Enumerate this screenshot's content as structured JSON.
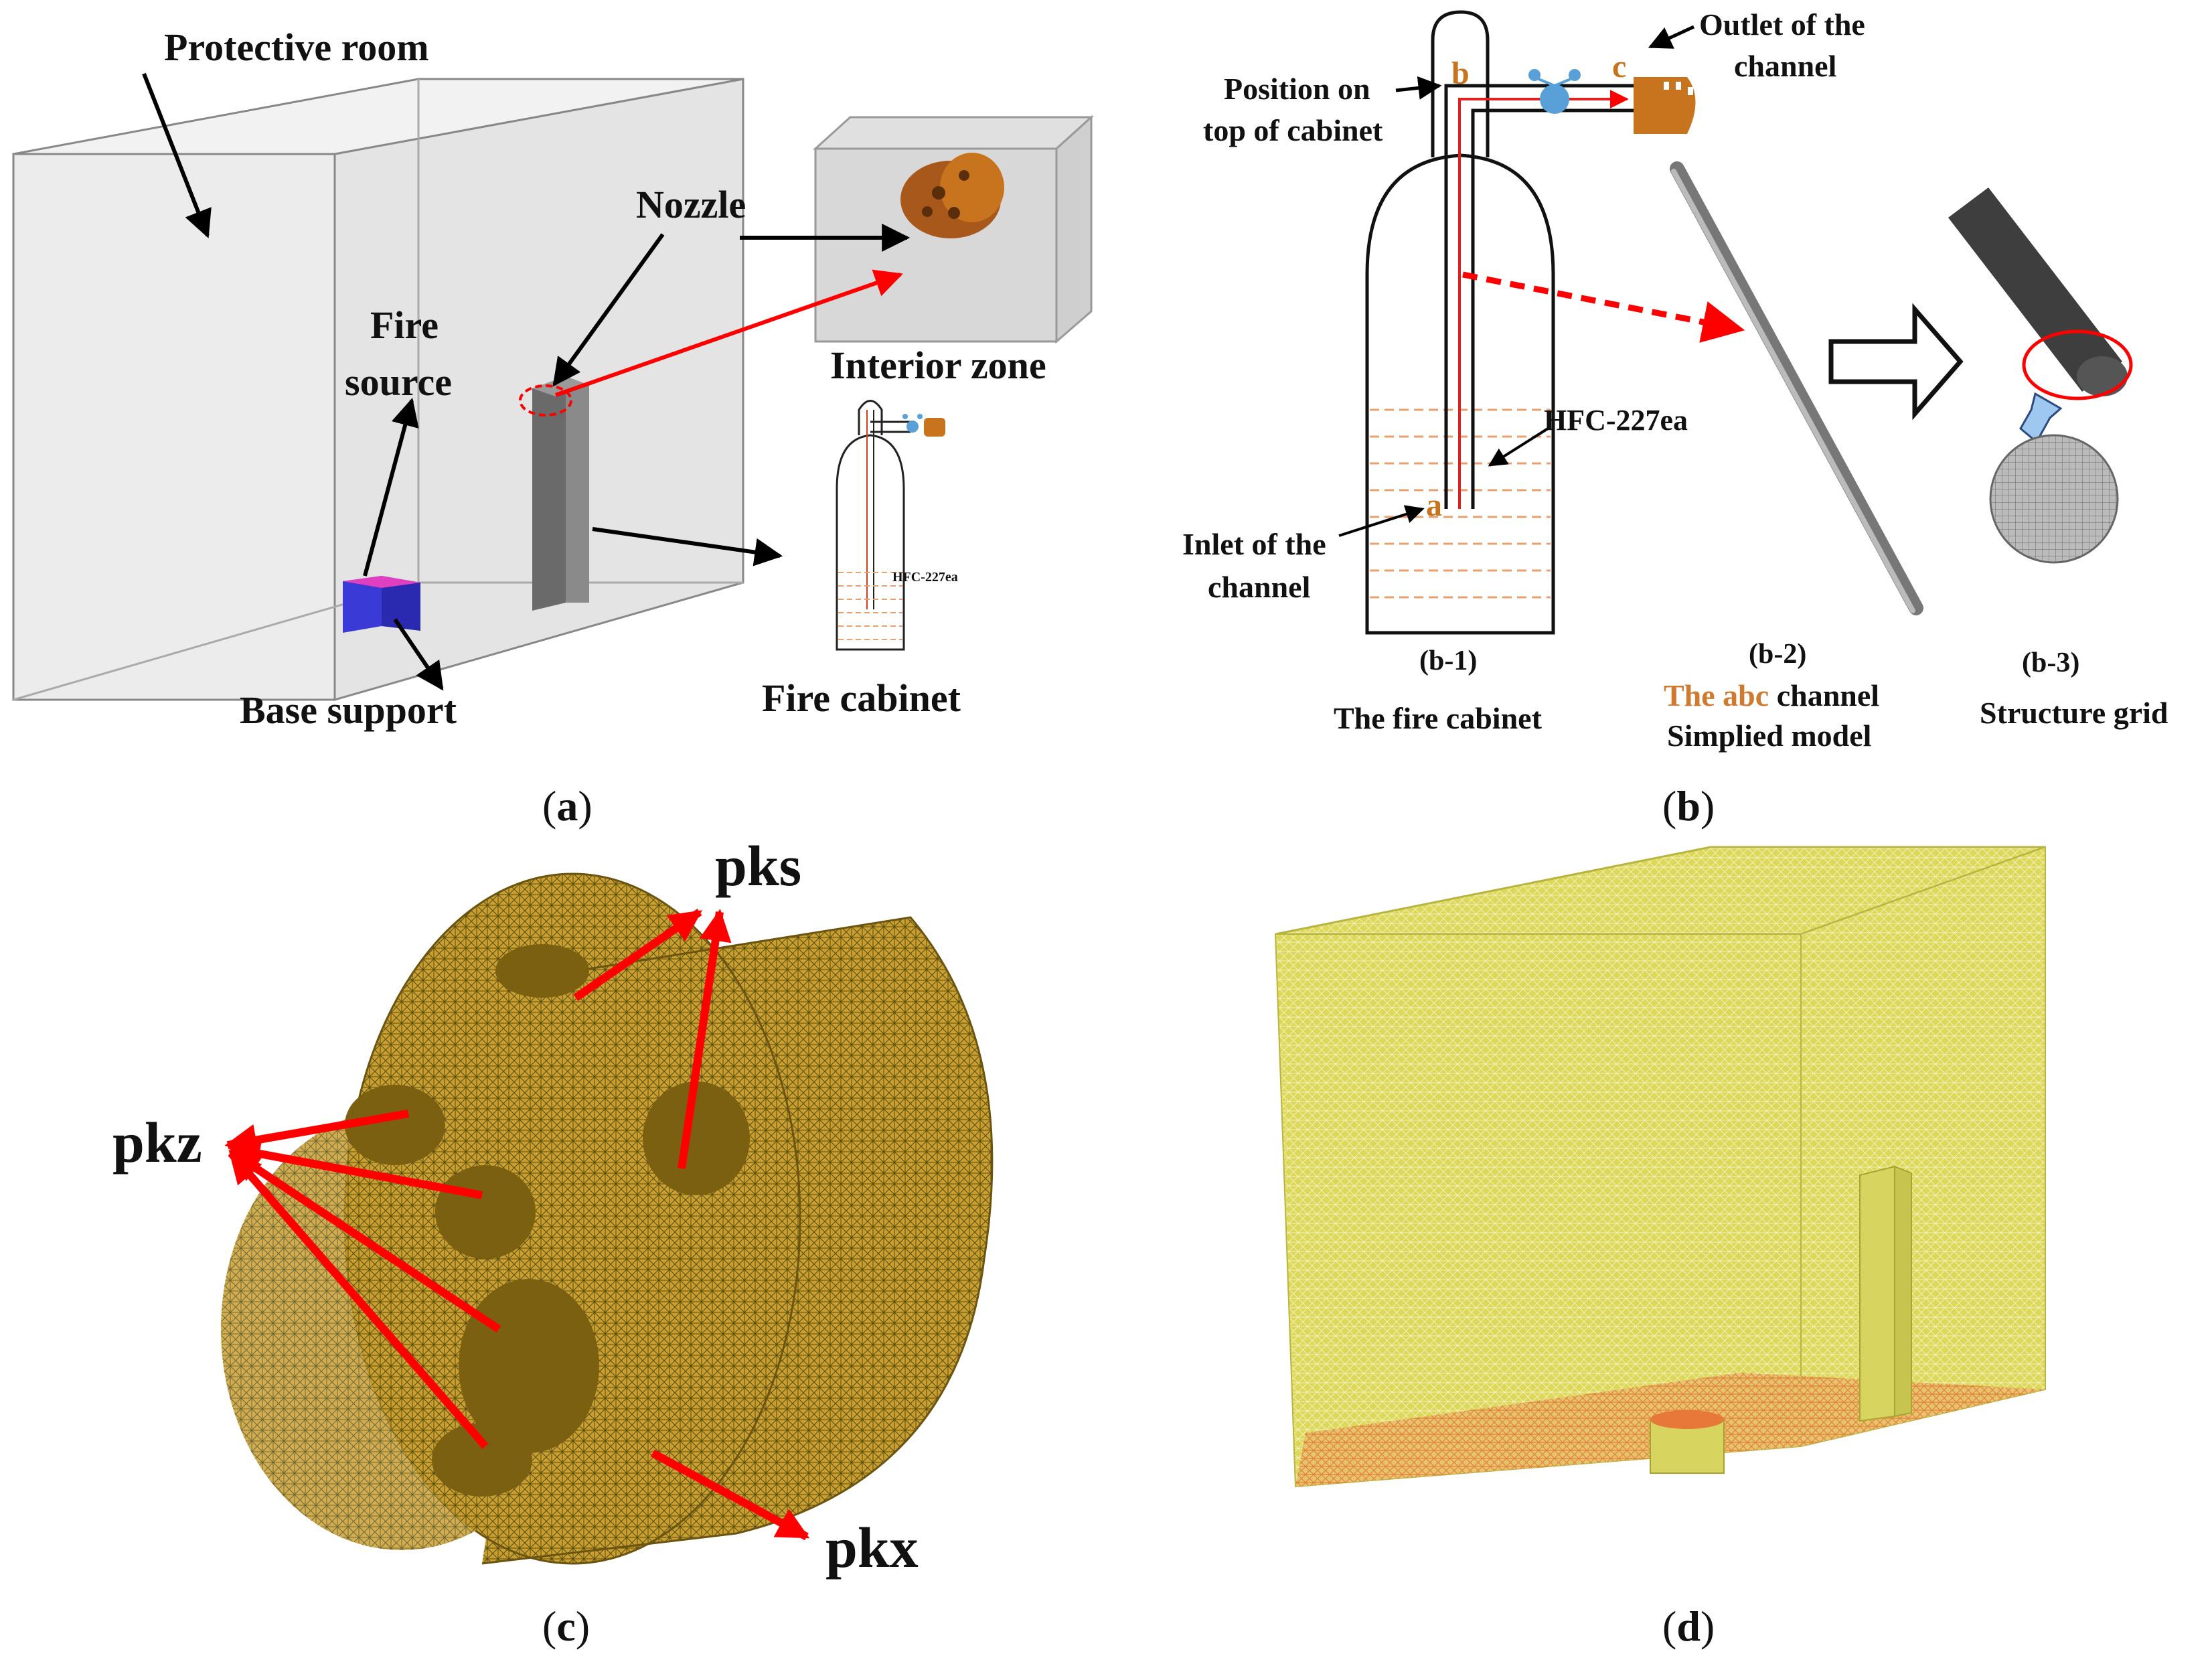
{
  "panel_a": {
    "protective_room": "Protective room",
    "nozzle": "Nozzle",
    "fire": "Fire",
    "source": "source",
    "interior_zone": "Interior zone",
    "base_support": "Base support",
    "fire_cabinet": "Fire cabinet",
    "hfc_small": "HFC-227ea",
    "caption_open": "(",
    "caption_letter": "a",
    "caption_close": ")"
  },
  "panel_b": {
    "position_on": "Position on",
    "top_of_cabinet": "top of cabinet",
    "outlet_of_the": "Outlet of the",
    "channel": "channel",
    "point_b": "b",
    "point_c": "c",
    "point_a": "a",
    "hfc": "HFC-227ea",
    "inlet_of_the": "Inlet of the",
    "inlet_channel": "channel",
    "b1_code": "(b-1)",
    "b1_title": "The fire cabinet",
    "b2_code": "(b-2)",
    "b2_abc": "The abc",
    "b2_channel": " channel",
    "b2_model": "Simplied model",
    "b3_code": "(b-3)",
    "b3_title": "Structure grid",
    "caption_open": "(",
    "caption_letter": "b",
    "caption_close": ")"
  },
  "panel_c": {
    "pks": "pks",
    "pkz": "pkz",
    "pkx": "pkx",
    "caption_open": "(",
    "caption_letter": "c",
    "caption_close": ")"
  },
  "panel_d": {
    "caption_open": "(",
    "caption_letter": "d",
    "caption_close": ")"
  },
  "colors": {
    "arrow_red": "#ff0000",
    "mesh_yellow": "#d4d04a",
    "nozzle_brown": "#c8741e",
    "base_blue": "#3a3ad6",
    "column_gray": "#777777",
    "liquid_orange": "#e8a070"
  }
}
